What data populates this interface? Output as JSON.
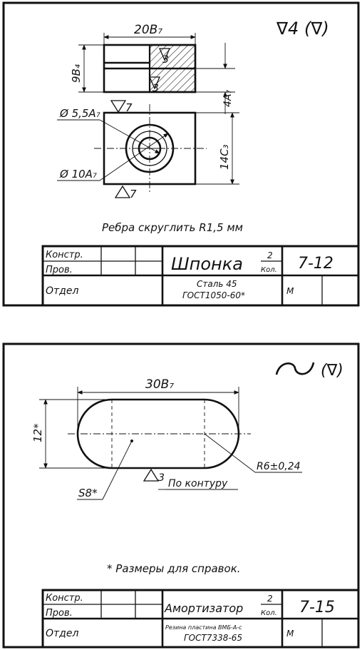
{
  "sheets": [
    {
      "roughness": "∇4 (∇)",
      "dims": {
        "width": "20B₇",
        "height_left": "9B₄",
        "right_top": "4A₇",
        "right_bottom": "14C₃",
        "hole_inner": "Ø 5,5A₇",
        "hole_outer": "Ø 10A₇",
        "finish_a": "3",
        "finish_b": "3",
        "finish_top": "7",
        "finish_bottom": "7"
      },
      "note": "Ребра скруглить R1,5 мм",
      "title_block": {
        "role1": "Констр.",
        "role2": "Пров.",
        "dept": "Отдел",
        "name": "Шпонка",
        "qty": "2",
        "qty_label": "Кол.",
        "number": "7-12",
        "material1": "Сталь 45",
        "material2": "ГОСТ1050-60*",
        "scale": "М"
      }
    },
    {
      "roughness": "(∇)",
      "dims": {
        "length": "30B₇",
        "height": "12*",
        "radius": "R6±0,24",
        "thickness": "S8*",
        "finish": "3",
        "contour": "По контуру"
      },
      "note": "* Размеры для справок.",
      "title_block": {
        "role1": "Констр.",
        "role2": "Пров.",
        "dept": "Отдел",
        "name": "Амортизатор",
        "qty": "2",
        "qty_label": "Кол.",
        "number": "7-15",
        "material1": "Резина пластина ВМБ-А-с",
        "material2": "ГОСТ7338-65",
        "scale": "М"
      }
    }
  ]
}
